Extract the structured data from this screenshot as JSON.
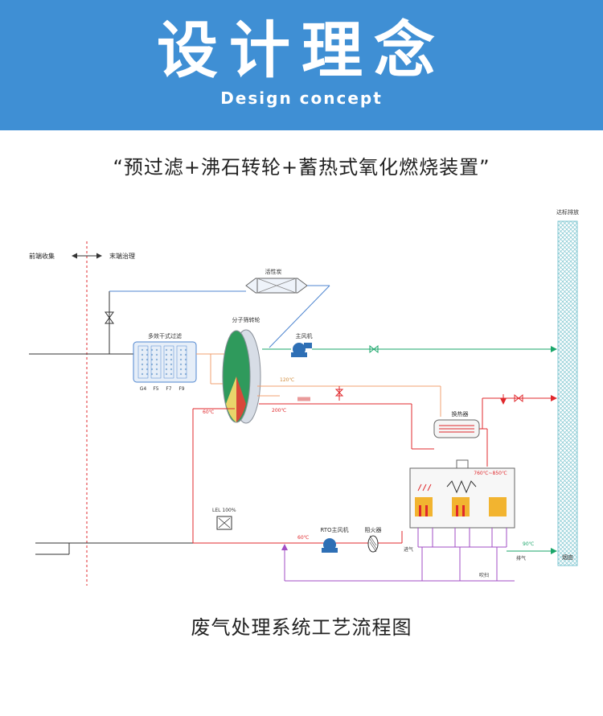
{
  "header": {
    "title": "设计理念",
    "subtitle_en": "Design concept"
  },
  "subtitle": "“预过滤+沸石转轮+蓄热式氧化燃烧装置”",
  "caption": "废气处理系统工艺流程图",
  "diagram": {
    "stack_label": "达标排放",
    "stack_base_label": "烟囱",
    "front_collect": "前端收集",
    "end_treat": "末端治理",
    "carbon": "活性炭",
    "multi_filter": "多效干式过滤",
    "filter_stages": [
      "G4",
      "F5",
      "F7",
      "F9"
    ],
    "rotor": "分子筛转轮",
    "main_fan": "主风机",
    "temp_120": "120℃",
    "temp_60a": "60℃",
    "temp_200": "200℃",
    "heat_exchanger": "换热器",
    "temp_range": "760℃~850℃",
    "lel": "LEL 100%",
    "temp_60b": "60℃",
    "rto_fan": "RTO主风机",
    "flame_arrester": "阻火器",
    "intake": "进气",
    "temp_90": "90℃",
    "exhaust": "排气",
    "purge": "吹扫",
    "colors": {
      "red_line": "#e0282c",
      "green_line": "#1aa66a",
      "purple_line": "#a24ec4",
      "blue_line": "#4f86d0",
      "banner": "#3f8fd4"
    }
  }
}
